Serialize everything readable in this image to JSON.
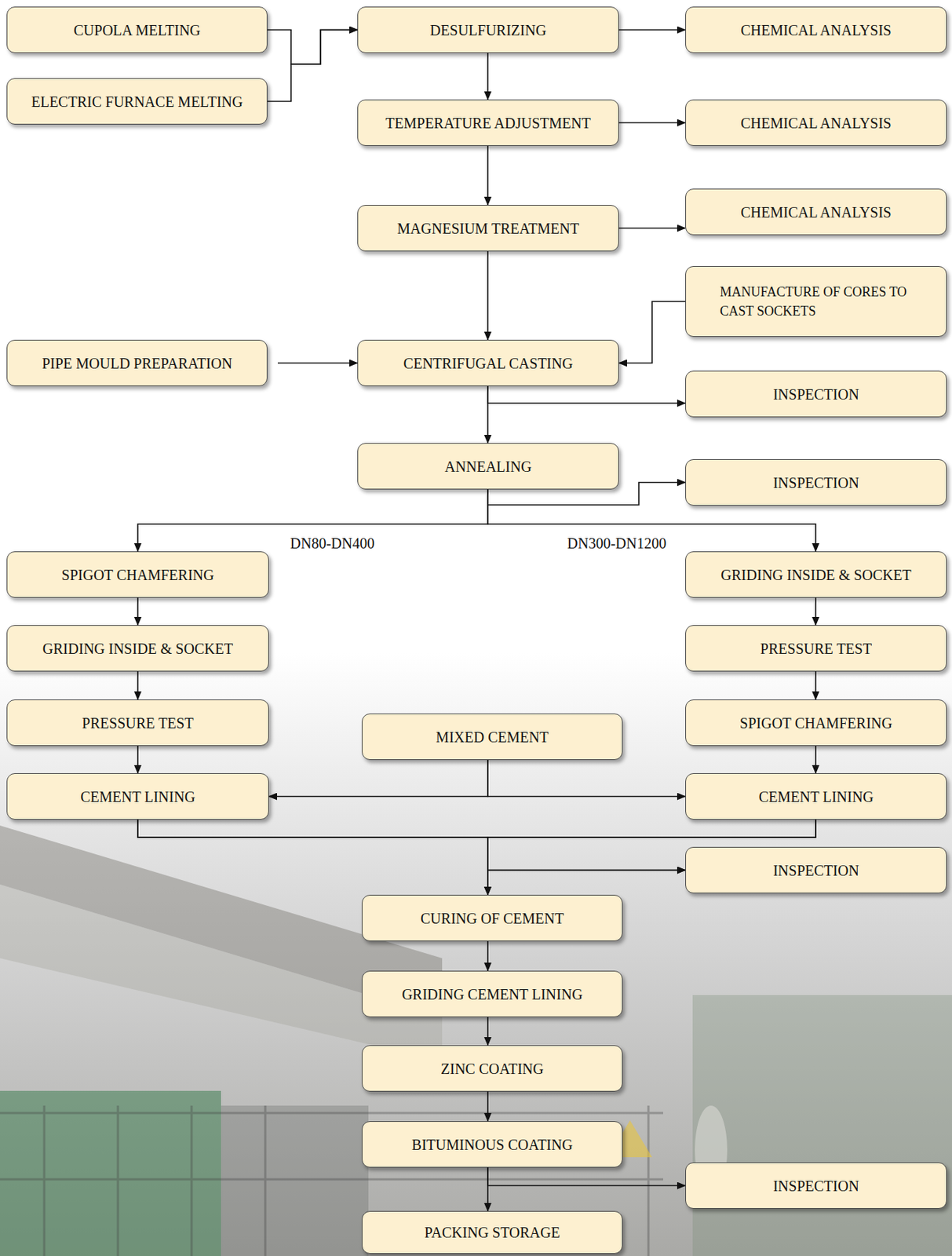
{
  "diagram": {
    "nodes": [
      {
        "text": [
          "CUPOLA MELTING"
        ]
      },
      {
        "text": [
          "ELECTRIC FURNACE MELTING"
        ]
      },
      {
        "text": [
          "DESULFURIZING"
        ]
      },
      {
        "text": [
          "CHEMICAL ANALYSIS"
        ]
      },
      {
        "text": [
          "TEMPERATURE ADJUSTMENT"
        ]
      },
      {
        "text": [
          "CHEMICAL ANALYSIS"
        ]
      },
      {
        "text": [
          "CHEMICAL ANALYSIS"
        ]
      },
      {
        "text": [
          "MAGNESIUM TREATMENT"
        ]
      },
      {
        "text": [
          "MANUFACTURE OF CORES TO CAST SOCKETS"
        ]
      },
      {
        "text": [
          "PIPE MOULD PREPARATION"
        ]
      },
      {
        "text": [
          "CENTRIFUGAL CASTING"
        ]
      },
      {
        "text": [
          "INSPECTION"
        ]
      },
      {
        "text": [
          "ANNEALING"
        ]
      },
      {
        "text": [
          "INSPECTION"
        ]
      },
      {
        "text": [
          "SPIGOT CHAMFERING"
        ]
      },
      {
        "text": [
          "GRIDING INSIDE & SOCKET"
        ]
      },
      {
        "text": [
          "GRIDING INSIDE & SOCKET"
        ]
      },
      {
        "text": [
          "PRESSURE TEST"
        ]
      },
      {
        "text": [
          "PRESSURE TEST"
        ]
      },
      {
        "text": [
          "MIXED CEMENT"
        ]
      },
      {
        "text": [
          "SPIGOT CHAMFERING"
        ]
      },
      {
        "text": [
          "CEMENT LINING"
        ]
      },
      {
        "text": [
          "CEMENT LINING"
        ]
      },
      {
        "text": [
          "INSPECTION"
        ]
      },
      {
        "text": [
          "CURING OF CEMENT"
        ]
      },
      {
        "text": [
          "GRIDING CEMENT LINING"
        ]
      },
      {
        "text": [
          "ZINC COATING"
        ]
      },
      {
        "text": [
          "BITUMINOUS COATING"
        ]
      },
      {
        "text": [
          "INSPECTION"
        ]
      },
      {
        "text": [
          "PACKING STORAGE"
        ]
      }
    ],
    "edges": [
      {
        "from": 0,
        "to": 2,
        "arrow": "to"
      },
      {
        "from": 1,
        "to": 2,
        "arrow": "to"
      },
      {
        "from": 2,
        "to": 3,
        "arrow": "to"
      },
      {
        "from": 2,
        "to": 4,
        "arrow": "to"
      },
      {
        "from": 4,
        "to": 5,
        "arrow": "to"
      },
      {
        "from": 4,
        "to": 7,
        "arrow": "to"
      },
      {
        "from": 7,
        "to": 6,
        "arrow": "to"
      },
      {
        "from": 7,
        "to": 10,
        "arrow": "to"
      },
      {
        "from": 8,
        "to": 10,
        "arrow": "to"
      },
      {
        "from": 9,
        "to": 10,
        "arrow": "to"
      },
      {
        "from": 10,
        "to": 11,
        "arrow": "to"
      },
      {
        "from": 10,
        "to": 12,
        "arrow": "to"
      },
      {
        "from": 12,
        "to": 13,
        "arrow": "to"
      },
      {
        "from": 12,
        "to": 14,
        "label": "DN80-DN400",
        "arrow": "to"
      },
      {
        "from": 12,
        "to": 15,
        "label": "DN300-DN1200",
        "arrow": "to"
      },
      {
        "from": 14,
        "to": 16,
        "arrow": "to"
      },
      {
        "from": 16,
        "to": 18,
        "arrow": "to"
      },
      {
        "from": 18,
        "to": 21,
        "arrow": "to"
      },
      {
        "from": 15,
        "to": 17,
        "arrow": "to"
      },
      {
        "from": 17,
        "to": 20,
        "arrow": "to"
      },
      {
        "from": 20,
        "to": 22,
        "arrow": "to"
      },
      {
        "from": 19,
        "to": 21,
        "arrow": "to"
      },
      {
        "from": 19,
        "to": 22,
        "arrow": "to"
      },
      {
        "from": 21,
        "to": 23,
        "arrow": "to"
      },
      {
        "from": 22,
        "to": 23,
        "arrow": "to"
      },
      {
        "from": 21,
        "to": 24,
        "arrow": "to"
      },
      {
        "from": 22,
        "to": 24,
        "arrow": "to"
      },
      {
        "from": 24,
        "to": 25,
        "arrow": "to"
      },
      {
        "from": 25,
        "to": 26,
        "arrow": "to"
      },
      {
        "from": 26,
        "to": 27,
        "arrow": "to"
      },
      {
        "from": 27,
        "to": 28,
        "arrow": "to"
      },
      {
        "from": 27,
        "to": 29,
        "arrow": "to"
      }
    ]
  }
}
